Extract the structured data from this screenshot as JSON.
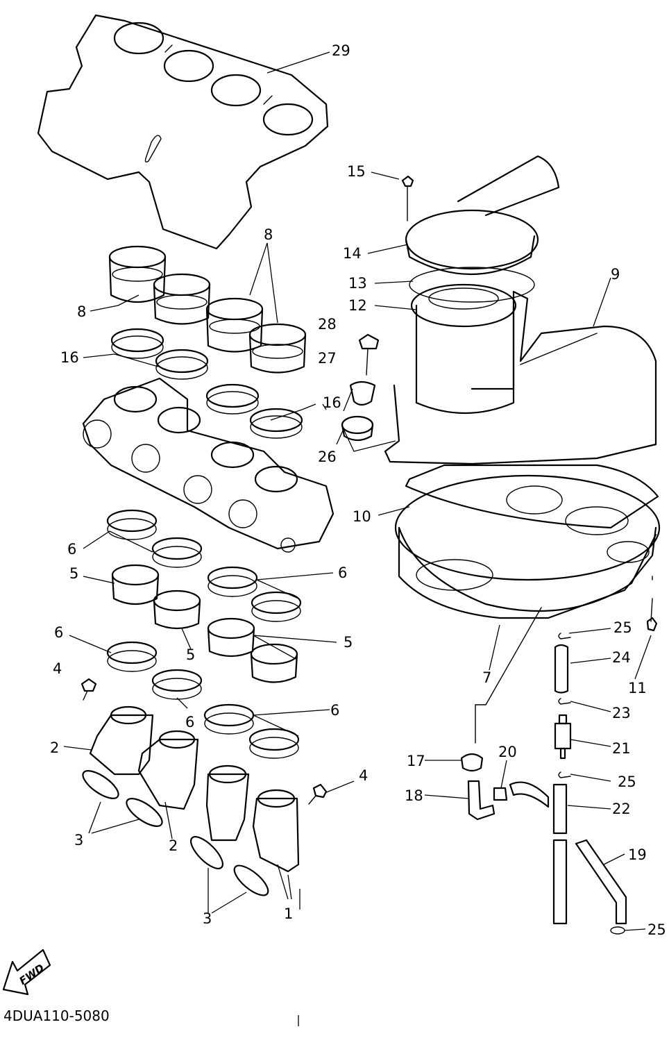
{
  "diagram": {
    "code": "4DUA110-5080",
    "fwd_label": "FWD",
    "callouts": [
      "29",
      "15",
      "14",
      "13",
      "12",
      "9",
      "28",
      "27",
      "26",
      "10",
      "8",
      "8",
      "8",
      "16",
      "16",
      "6",
      "6",
      "5",
      "6",
      "5",
      "5",
      "6",
      "4",
      "6",
      "6",
      "2",
      "3",
      "2",
      "4",
      "3",
      "1",
      "7",
      "25",
      "24",
      "11",
      "23",
      "21",
      "17",
      "20",
      "25",
      "18",
      "22",
      "19",
      "25"
    ]
  }
}
